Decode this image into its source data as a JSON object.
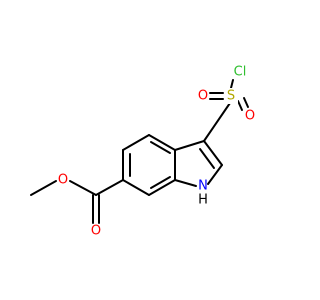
{
  "molecule": {
    "colors": {
      "bond": "#000000",
      "oxygen": "#ff0000",
      "nitrogen": "#0000ff",
      "sulfur": "#b2a800",
      "chlorine": "#2fbf2f",
      "hydrogen": "#000000"
    },
    "labels": {
      "cl": "Cl",
      "s": "S",
      "o_sulfonyl_left": "O",
      "o_sulfonyl_right": "O",
      "o_ester_single": "O",
      "o_ester_carbonyl": "O",
      "nh": "H",
      "n": "N"
    }
  }
}
